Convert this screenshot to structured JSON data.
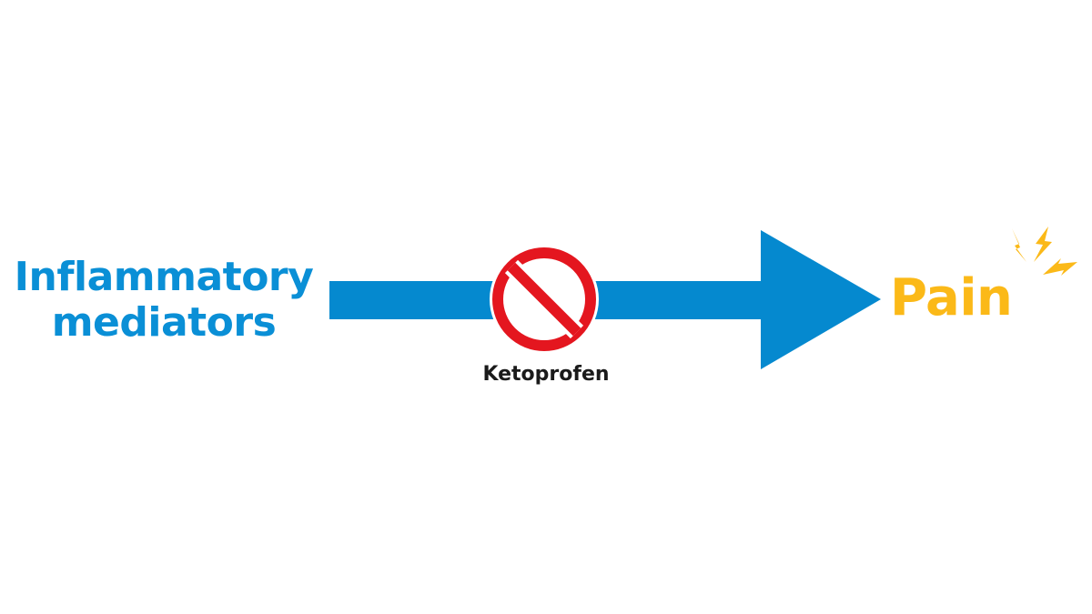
{
  "diagram": {
    "source": {
      "lines": [
        "Inflammatory",
        "mediators"
      ],
      "color": "#0A8FD6"
    },
    "target": {
      "label": "Pain",
      "color": "#FBB918"
    },
    "inhibitor": {
      "label": "Ketoprofen",
      "symbol": "prohibition-icon",
      "color": "#E4161F",
      "label_color": "#1A1A1A"
    },
    "arrow": {
      "color": "#0589CF"
    },
    "spark_icon": "lightning-icon"
  }
}
